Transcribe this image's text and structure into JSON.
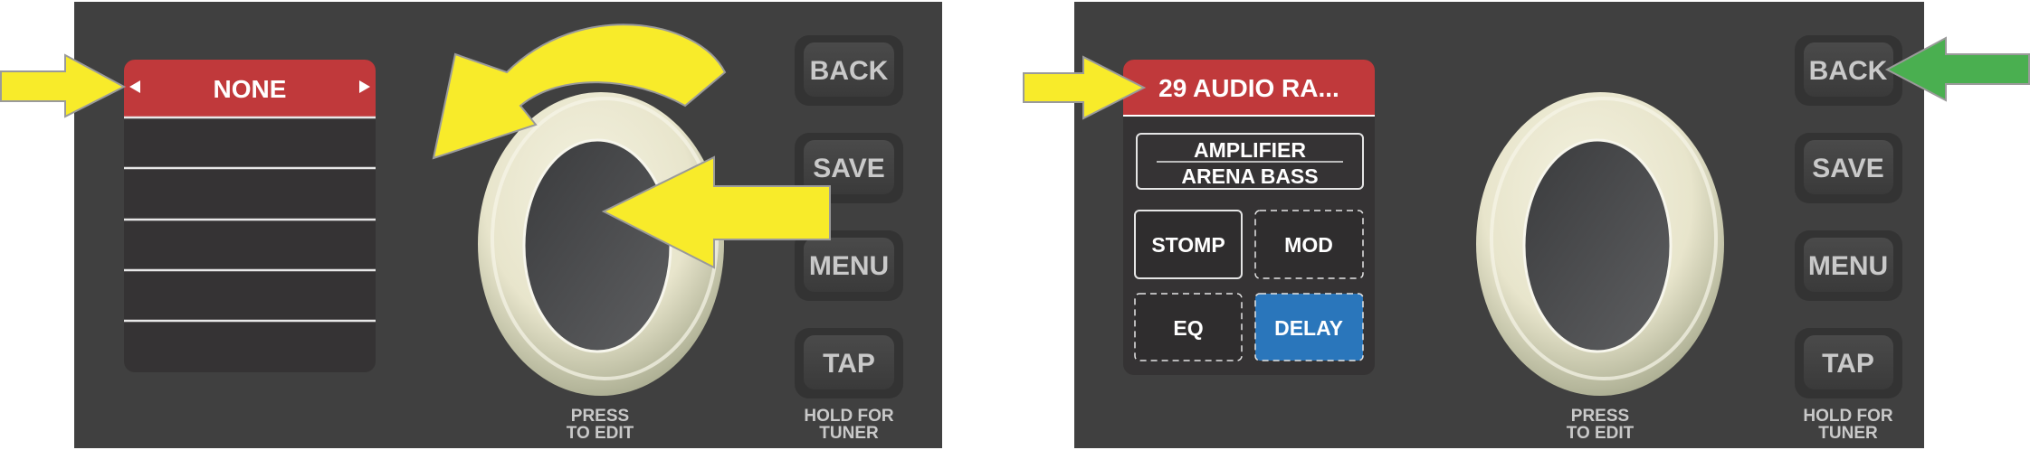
{
  "left_panel": {
    "display": {
      "header_label": "NONE",
      "list_rows": 5
    },
    "buttons": {
      "back": "BACK",
      "save": "SAVE",
      "menu": "MENU",
      "tap": "TAP"
    },
    "knob_caption_line1": "PRESS",
    "knob_caption_line2": "TO EDIT",
    "tap_caption_line1": "HOLD FOR",
    "tap_caption_line2": "TUNER"
  },
  "right_panel": {
    "display": {
      "header_label": "29 AUDIO RA...",
      "amp_line1": "AMPLIFIER",
      "amp_line2": "ARENA BASS",
      "blocks": [
        "STOMP",
        "MOD",
        "EQ",
        "DELAY"
      ],
      "active_block": "DELAY"
    },
    "buttons": {
      "back": "BACK",
      "save": "SAVE",
      "menu": "MENU",
      "tap": "TAP"
    },
    "knob_caption_line1": "PRESS",
    "knob_caption_line2": "TO EDIT",
    "tap_caption_line1": "HOLD FOR",
    "tap_caption_line2": "TUNER"
  },
  "colors": {
    "panel": "#404040",
    "screen": "#353334",
    "header_red": "#c0393b",
    "active_blue": "#2a76bb",
    "arrow_yellow": "#f8eb2a",
    "arrow_green": "#4aaf50"
  }
}
